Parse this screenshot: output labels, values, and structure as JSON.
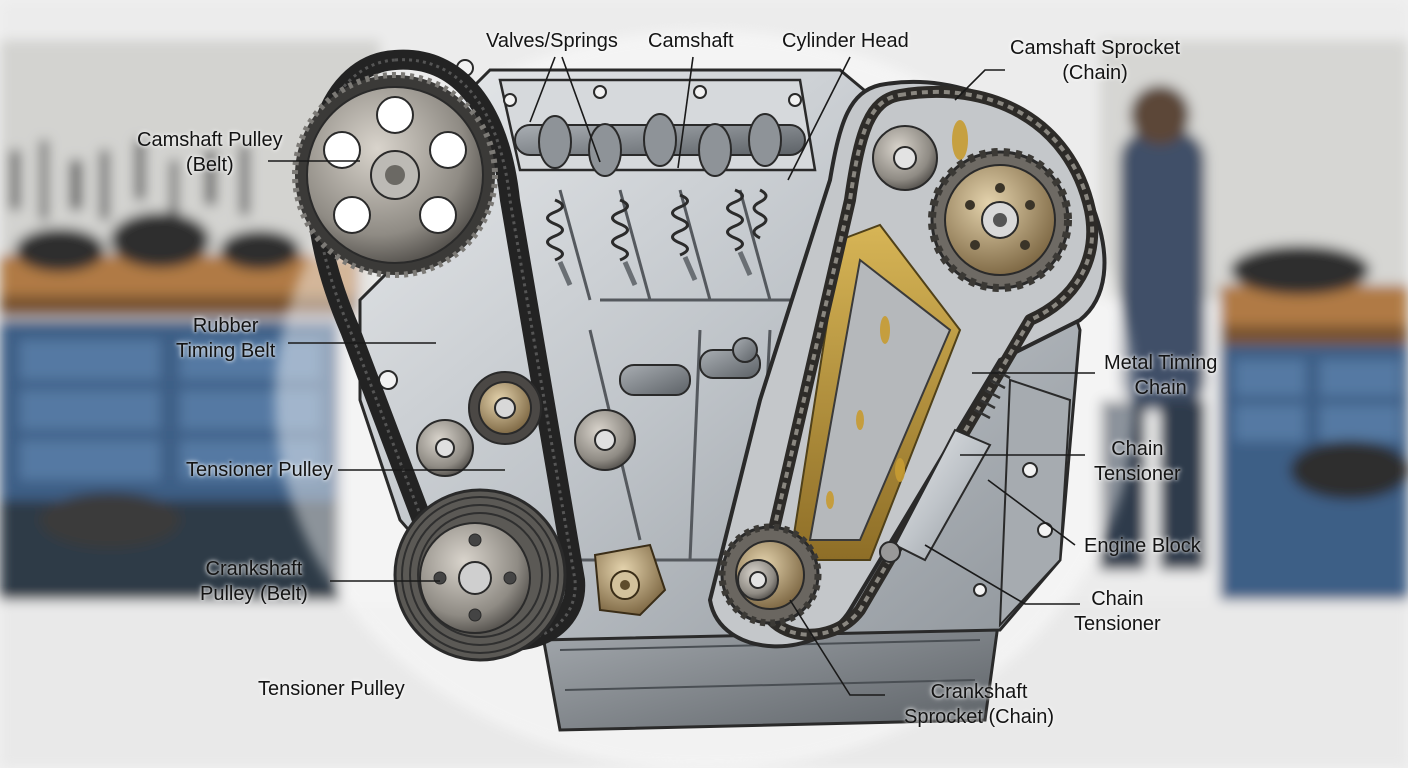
{
  "colors": {
    "background": "#f1f1f1",
    "metal": "#c9cdd1",
    "metal_dark": "#6f757b",
    "belt": "#2a2a2a",
    "chain": "#3d3b38",
    "oil": "#b8922e",
    "bench_wood": "#b07a45",
    "cabinet_blue": "#3c5f86",
    "leader_line": "#1a1a1a"
  },
  "labels": {
    "valves_springs": "Valves/Springs",
    "camshaft": "Camshaft",
    "cylinder_head": "Cylinder Head",
    "camshaft_sprocket": [
      "Camshaft Sprocket",
      "(Chain)"
    ],
    "camshaft_pulley": [
      "Camshaft Pulley",
      "(Belt)"
    ],
    "rubber_timing_belt": [
      "Rubber",
      "Timing Belt"
    ],
    "tensioner_pulley_upper": "Tensioner Pulley",
    "crankshaft_pulley": [
      "Crankshaft",
      "Pulley (Belt)"
    ],
    "tensioner_pulley_lower": "Tensioner Pulley",
    "metal_timing_chain": [
      "Metal Timing",
      "Chain"
    ],
    "chain_tensioner_upper": [
      "Chain",
      "Tensioner"
    ],
    "engine_block": "Engine Block",
    "chain_tensioner_lower": [
      "Chain",
      "Tensioner"
    ],
    "crankshaft_sprocket": [
      "Crankshaft",
      "Sprocket (Chain)"
    ]
  },
  "icons": {
    "belt_side": "toothed-pulley-icon",
    "chain_side": "sprocket-icon"
  }
}
